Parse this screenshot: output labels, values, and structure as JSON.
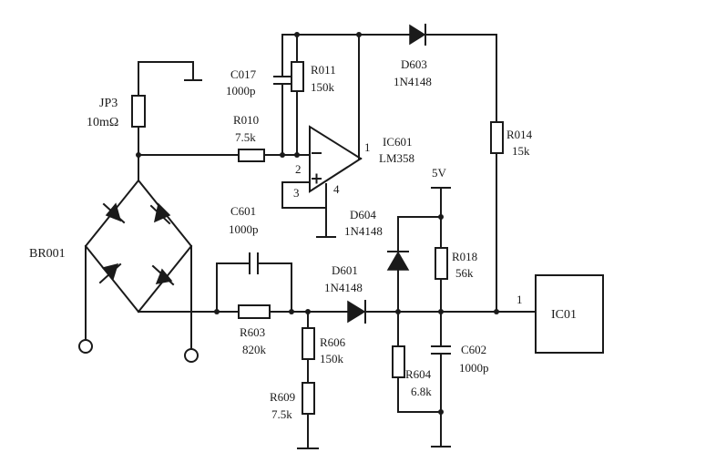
{
  "labels": {
    "jp3_ref": "JP3",
    "jp3_val": "10mΩ",
    "c017_ref": "C017",
    "c017_val": "1000p",
    "r011_ref": "R011",
    "r011_val": "150k",
    "d603_ref": "D603",
    "d603_val": "1N4148",
    "r010_ref": "R010",
    "r010_val": "7.5k",
    "ic601_ref": "IC601",
    "ic601_val": "LM358",
    "pin1_out": "1",
    "pin2_in": "2",
    "pin3_in": "3",
    "pin4_gnd": "4",
    "r014_ref": "R014",
    "r014_val": "15k",
    "vcc": "5V",
    "d604_ref": "D604",
    "d604_val": "1N4148",
    "c601_ref": "C601",
    "c601_val": "1000p",
    "br_ref": "BR001",
    "r018_ref": "R018",
    "r018_val": "56k",
    "d601_ref": "D601",
    "d601_val": "1N4148",
    "ic01_pin": "1",
    "ic01": "IC01",
    "r603_ref": "R603",
    "r603_val": "820k",
    "r606_ref": "R606",
    "r606_val": "150k",
    "c602_ref": "C602",
    "c602_val": "1000p",
    "r604_ref": "R604",
    "r604_val": "6.8k",
    "r609_ref": "R609",
    "r609_val": "7.5k"
  }
}
